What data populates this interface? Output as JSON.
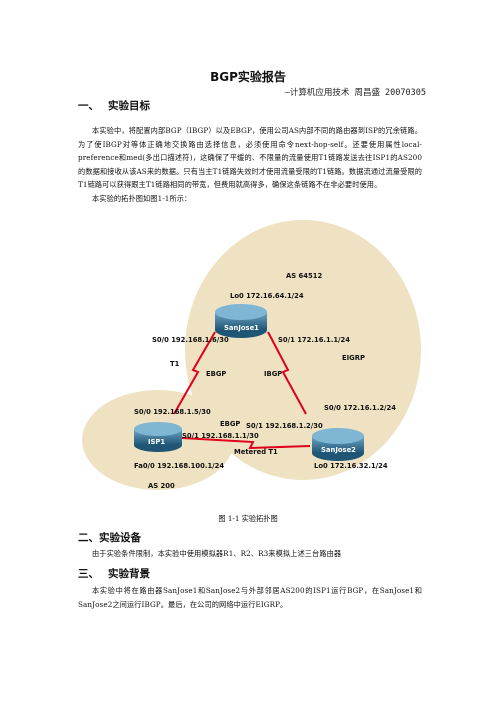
{
  "title": "BGP实验报告",
  "subtitle": "—计算机应用技术  周昌盛 20070305",
  "section1": {
    "num": "一、",
    "heading": "实验目标",
    "para1": "本实验中，将配置内部BGP（IBGP）以及EBGP，使用公司AS内部不同的路由器到ISP的冗余链路。为了使IBGP对等体正确地交换路由选择信息，必须使用命令next-hop-self。还要使用属性local-preference和med(多出口描述符)，这确保了平缓的、不限量的流量使用T1链路发送去往ISP1的AS200的数据和接收从该AS来的数据。只有当主T1链路失效时才使用流量受限的T1链路。数据流通过流量受限的T1链路可以获得跟主T1链路相同的带宽，但费用就高得多，确保这条链路不在非必要时使用。",
    "para2": "本实验的拓扑图如图1-1所示："
  },
  "diagram": {
    "as64512": "AS 64512",
    "as200": "AS 200",
    "eigrp": "EIGRP",
    "ebgp_top": "EBGP",
    "ibgp": "IBGP",
    "t1": "T1",
    "ebgp_bottom": "EBGP",
    "metered": "Metered T1",
    "sanjose1": "SanJose1",
    "sanjose2": "SanJose2",
    "isp1": "ISP1",
    "sj1_lo0": "Lo0 172.16.64.1/24",
    "sj1_s00": "S0/0 192.168.1.6/30",
    "sj1_s01": "S0/1 172.16.1.1/24",
    "isp1_s00": "S0/0 192.168.1.5/30",
    "isp1_s01": "S0/1 192.168.1.1/30",
    "isp1_fa00": "Fa0/0 192.168.100.1/24",
    "sj2_s01": "S0/1 192.168.1.2/30",
    "sj2_s00": "S0/0 172.16.1.2/24",
    "sj2_lo0": "Lo0 172.16.32.1/24",
    "colors": {
      "oval": "#efe2c2",
      "router": "#2f6f91",
      "link": "#e0001b"
    }
  },
  "caption": "图 1-1 实验拓扑图",
  "section2": {
    "num": "二、",
    "heading": "实验设备",
    "para": "由于实验条件限制，本实验中使用模拟器R1、R2、R3来模拟上述三台路由器"
  },
  "section3": {
    "num": "三、",
    "heading": "实验背景",
    "para": "本实验中将在路由器SanJose1和SanJose2与外部邻居AS200的ISP1运行BGP，在SanJose1和SanJose2之间运行IBGP。最后，在公司的网络中运行EIGRP。"
  }
}
